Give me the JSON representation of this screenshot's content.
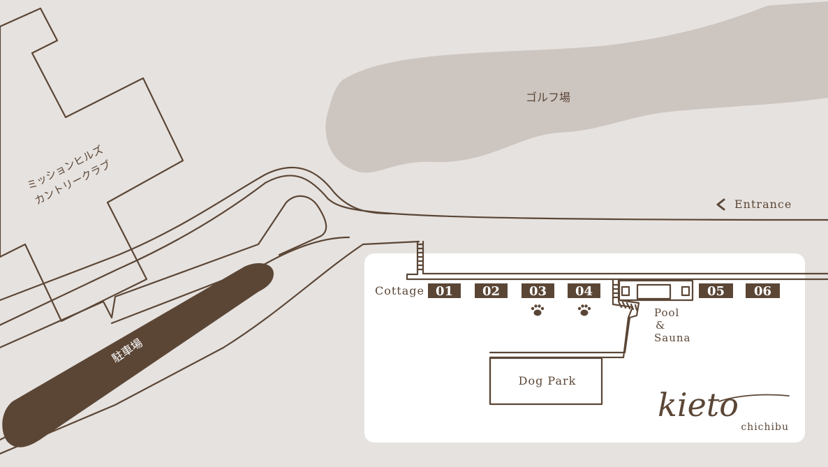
{
  "colors": {
    "background": "#e6e2df",
    "ink": "#5b4636",
    "golf": "#cdc5c0",
    "panel": "#ffffff",
    "parking": "#5b4636"
  },
  "golf_label": "ゴルフ場",
  "clubhouse_label": [
    "ミッションヒルズ",
    "カントリークラブ"
  ],
  "parking_label": "駐車場",
  "entrance": {
    "icon": "chevron-left-icon",
    "label": "Entrance"
  },
  "cottage_label": "Cottage",
  "cottages": [
    "01",
    "02",
    "03",
    "04",
    "05",
    "06"
  ],
  "pet_friendly_cottages": [
    "03",
    "04"
  ],
  "pool_label": [
    "Pool",
    "&",
    "Sauna"
  ],
  "dog_park_label": "Dog Park",
  "brand": {
    "logo": "kieto",
    "sub": "chichibu"
  }
}
